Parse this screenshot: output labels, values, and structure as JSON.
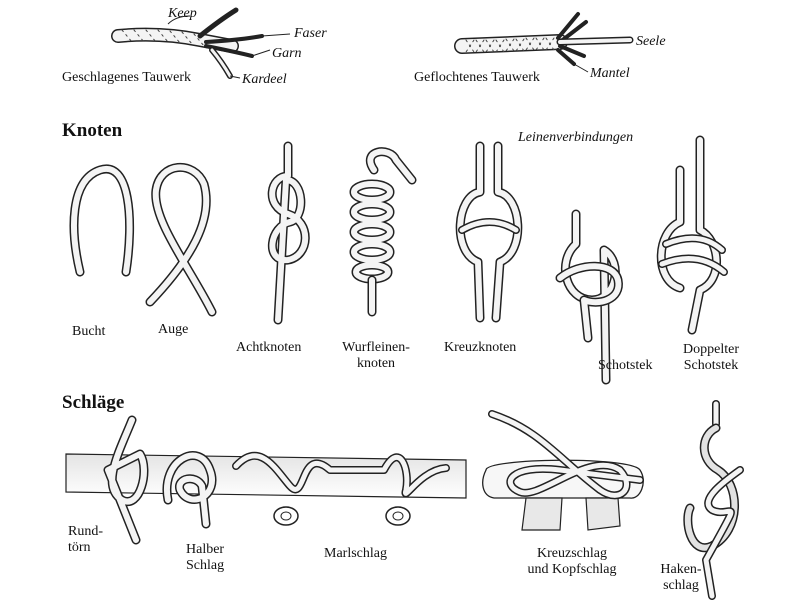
{
  "rope_types": {
    "laid": {
      "caption": "Geschlagenes Tauwerk",
      "parts": {
        "keep": "Keep",
        "faser": "Faser",
        "garn": "Garn",
        "kardeel": "Kardeel"
      }
    },
    "braided": {
      "caption": "Geflochtenes Tauwerk",
      "parts": {
        "seele": "Seele",
        "mantel": "Mantel"
      }
    }
  },
  "knots": {
    "heading": "Knoten",
    "group_label": "Leinenverbindungen",
    "items": {
      "bucht": "Bucht",
      "auge": "Auge",
      "achtknoten": "Achtknoten",
      "wurfleinenknoten_1": "Wurfleinen-",
      "wurfleinenknoten_2": "knoten",
      "kreuzknoten": "Kreuzknoten",
      "schotstek": "Schotstek",
      "doppelter_schotstek_1": "Doppelter",
      "doppelter_schotstek_2": "Schotstek"
    }
  },
  "hitches": {
    "heading": "Schläge",
    "items": {
      "rundtoern_1": "Rund-",
      "rundtoern_2": "törn",
      "halber_schlag_1": "Halber",
      "halber_schlag_2": "Schlag",
      "marlschlag": "Marlschlag",
      "kreuzschlag_1": "Kreuzschlag",
      "kreuzschlag_2": "und Kopfschlag",
      "hakenschlag_1": "Haken-",
      "hakenschlag_2": "schlag"
    }
  },
  "colors": {
    "ink": "#222222",
    "rope_fill": "#f4f4f4",
    "shadow": "#d9d9d9"
  }
}
